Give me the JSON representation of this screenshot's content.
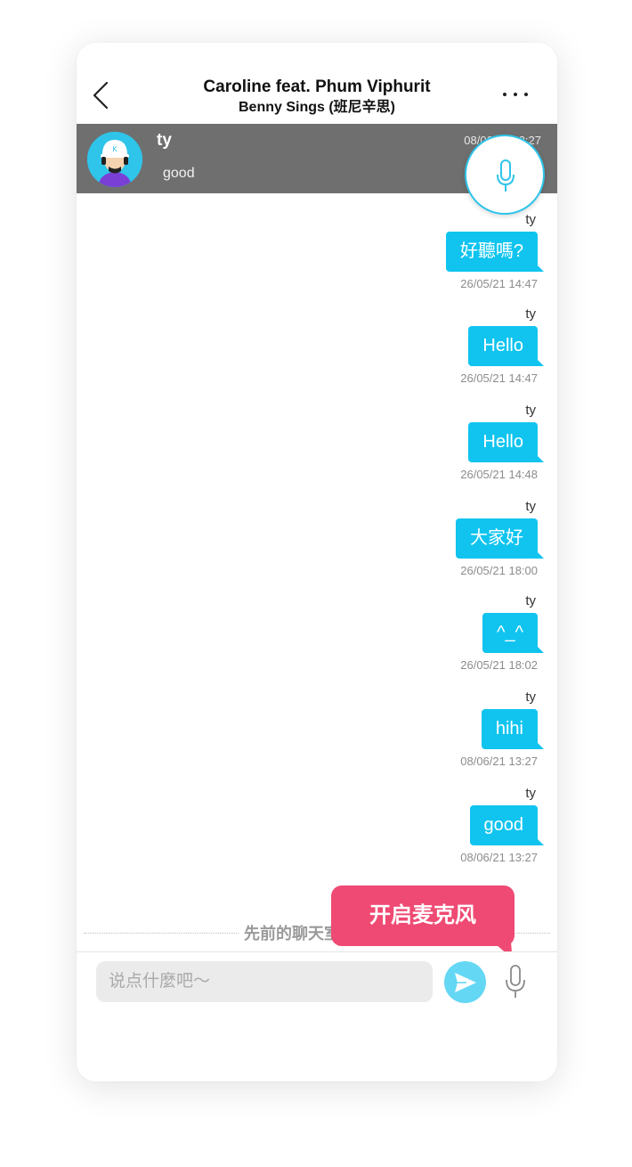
{
  "header": {
    "song_title": "Caroline feat. Phum Viphurit",
    "artist": "Benny Sings (班尼辛思)"
  },
  "pinned": {
    "name": "ty",
    "message": "good",
    "time": "08/06/21 13:27"
  },
  "messages": [
    {
      "sender": "ty",
      "text": "好聽嗎?",
      "time": "26/05/21 14:47"
    },
    {
      "sender": "ty",
      "text": "Hello",
      "time": "26/05/21 14:47"
    },
    {
      "sender": "ty",
      "text": "Hello",
      "time": "26/05/21 14:48"
    },
    {
      "sender": "ty",
      "text": "大家好",
      "time": "26/05/21 18:00"
    },
    {
      "sender": "ty",
      "text": "^_^",
      "time": "26/05/21 18:02"
    },
    {
      "sender": "ty",
      "text": "hihi",
      "time": "08/06/21 13:27"
    },
    {
      "sender": "ty",
      "text": "good",
      "time": "08/06/21 13:27"
    }
  ],
  "history_label": "先前的聊天室信息",
  "tooltip": "开启麦克风",
  "input": {
    "placeholder": "说点什麼吧～",
    "value": ""
  },
  "colors": {
    "bubble": "#10c4ef",
    "banner": "#6f6f6f",
    "tooltip": "#ef4a73",
    "send": "#64d7f4"
  },
  "icons": {
    "back": "chevron-left-icon",
    "more": "more-dots-icon",
    "mic": "microphone-icon",
    "send": "send-arrow-icon"
  }
}
